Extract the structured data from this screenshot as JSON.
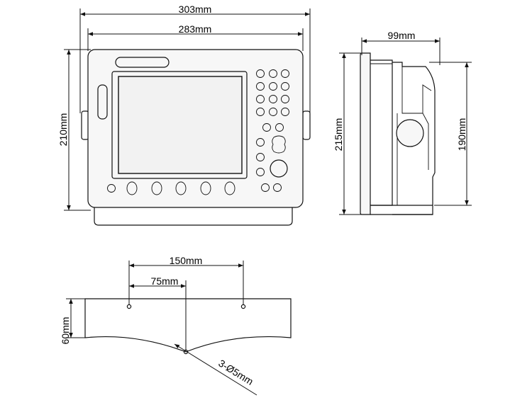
{
  "dimensions": {
    "overall_width": "303mm",
    "front_width": "283mm",
    "front_height": "210mm",
    "depth": "99mm",
    "side_height": "215mm",
    "bracket_height": "190mm",
    "hole_spacing": "150mm",
    "hole_offset": "75mm",
    "bracket_depth": "60mm",
    "hole_spec": "3-Ø5mm"
  }
}
